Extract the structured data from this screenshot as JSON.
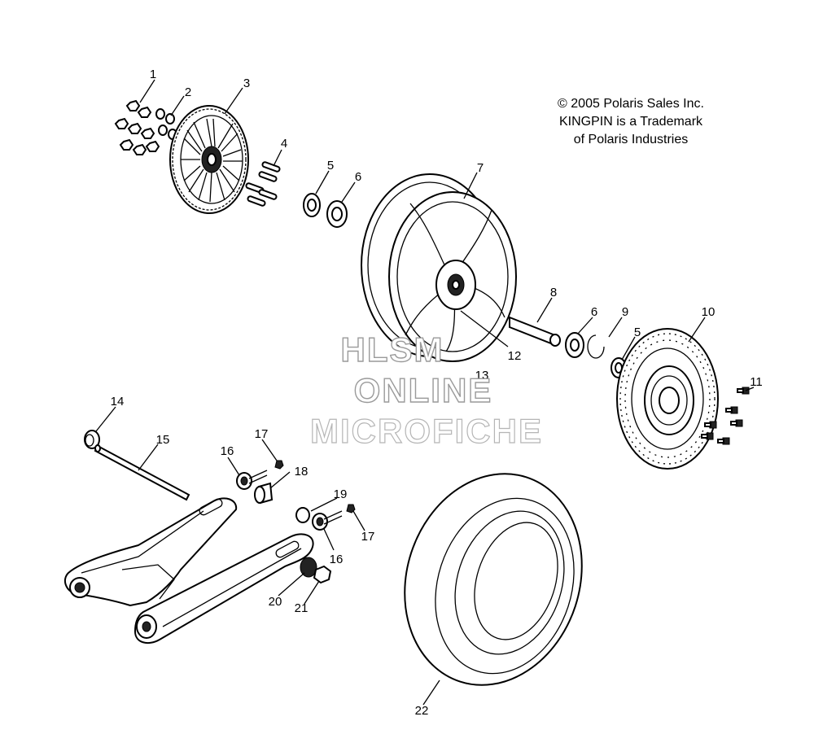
{
  "copyright": {
    "line1": "© 2005 Polaris Sales Inc.",
    "line2": "KINGPIN is a Trademark",
    "line3": "of Polaris Industries"
  },
  "watermark": {
    "line1": "HLSM",
    "line2": "ONLINE",
    "line3": "MICROFICHE"
  },
  "callouts": {
    "c1": "1",
    "c2": "2",
    "c3": "3",
    "c4": "4",
    "c5a": "5",
    "c6a": "6",
    "c7": "7",
    "c8": "8",
    "c6b": "6",
    "c9": "9",
    "c10": "10",
    "c5b": "5",
    "c11": "11",
    "c12": "12",
    "c13": "13",
    "c14": "14",
    "c15": "15",
    "c16a": "16",
    "c17a": "17",
    "c18": "18",
    "c19": "19",
    "c17b": "17",
    "c16b": "16",
    "c20": "20",
    "c21": "21",
    "c22": "22"
  },
  "colors": {
    "line": "#000000",
    "watermark_outline": "#9a9a9a",
    "background": "#ffffff"
  }
}
